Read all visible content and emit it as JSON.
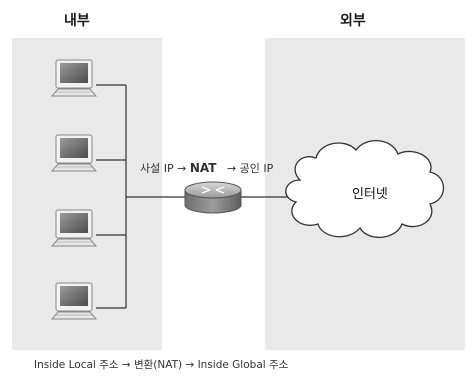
{
  "regions": {
    "inside_title": "내부",
    "outside_title": "외부"
  },
  "nat_label": {
    "private": "사설 IP",
    "arrow1": "→",
    "nat": "NAT",
    "arrow2": "→",
    "public": "공인 IP"
  },
  "cloud_label": "인터넷",
  "caption": "Inside Local 주소 → 변환(NAT) → Inside Global 주소",
  "computers": 4
}
